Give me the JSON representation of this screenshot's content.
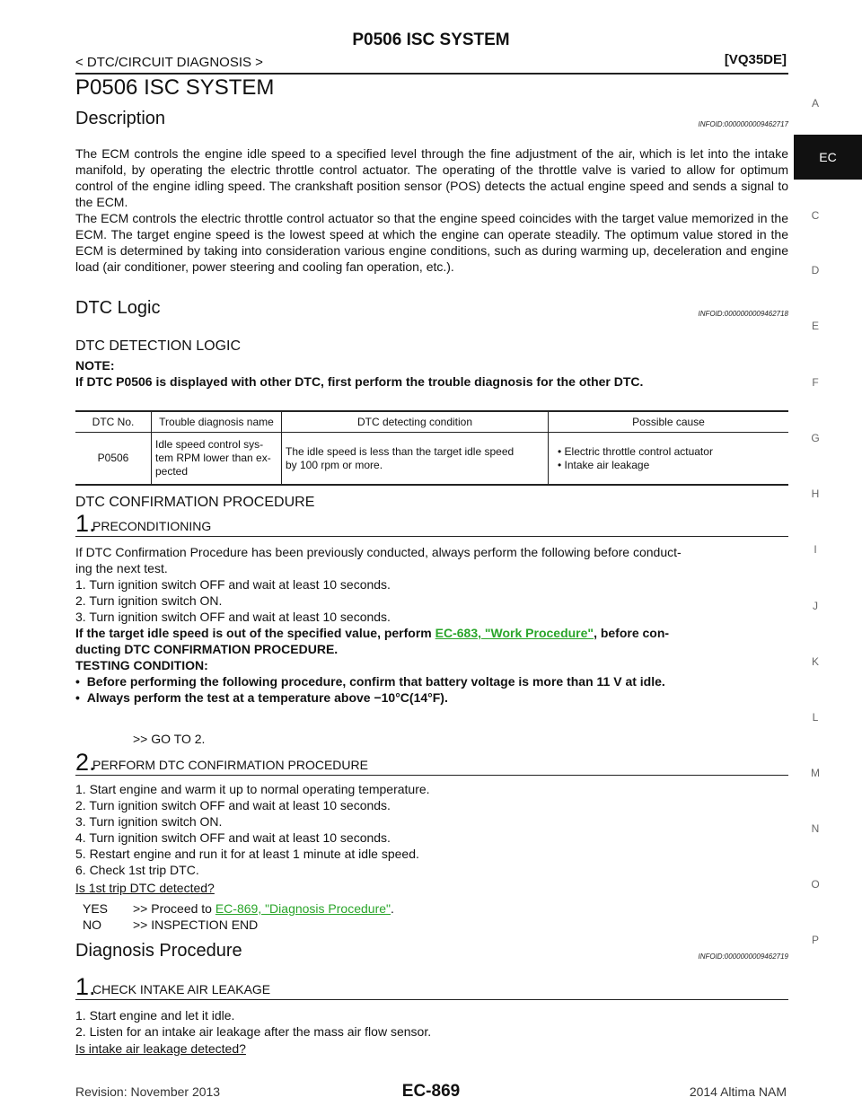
{
  "header": {
    "center_title": "P0506 ISC SYSTEM",
    "breadcrumb": "< DTC/CIRCUIT DIAGNOSIS >",
    "engine": "[VQ35DE]"
  },
  "title": "P0506 ISC SYSTEM",
  "description": {
    "heading": "Description",
    "infoid": "INFOID:0000000009462717",
    "para1": "The ECM controls the engine idle speed to a specified level through the fine adjustment of the air, which is let into the intake manifold, by operating the electric throttle control actuator. The operating of the throttle valve is varied to allow for optimum control of the engine idling speed. The crankshaft position sensor (POS) detects the actual engine speed and sends a signal to the ECM.",
    "para2": "The ECM controls the electric throttle control actuator so that the engine speed coincides with the target value memorized in the ECM. The target engine speed is the lowest speed at which the engine can operate steadily. The optimum value stored in the ECM is determined by taking into consideration various engine conditions, such as during warming up, deceleration and engine load (air conditioner, power steering and cooling fan operation, etc.)."
  },
  "dtc_logic": {
    "heading": "DTC Logic",
    "infoid": "INFOID:0000000009462718",
    "subheading": "DTC DETECTION LOGIC",
    "note_label": "NOTE:",
    "note_text": "If DTC P0506 is displayed with other DTC, first perform the trouble diagnosis for the other DTC.",
    "table": {
      "headers": [
        "DTC No.",
        "Trouble diagnosis name",
        "DTC detecting condition",
        "Possible cause"
      ],
      "row": {
        "dtc_no": "P0506",
        "name_lines": [
          "Idle speed control sys-",
          "tem RPM lower than ex-",
          "pected"
        ],
        "condition_lines": [
          "The idle speed is less than the target idle speed",
          "by 100 rpm or more."
        ],
        "causes": [
          "• Electric throttle control actuator",
          "• Intake air leakage"
        ]
      }
    }
  },
  "confirmation": {
    "heading": "DTC CONFIRMATION PROCEDURE",
    "step1": {
      "num": "1.",
      "title": "PRECONDITIONING",
      "lines": [
        "If DTC Confirmation Procedure has been previously conducted, always perform the following before conduct-",
        "ing the next test.",
        "1.   Turn ignition switch OFF and wait at least 10 seconds.",
        "2.   Turn ignition switch ON.",
        "3.   Turn ignition switch OFF and wait at least 10 seconds."
      ],
      "bold_a": "If the target idle speed is out of the specified value, perform ",
      "link": "EC-683, \"Work Procedure\"",
      "bold_b": ", before con-",
      "bold_c": "ducting DTC CONFIRMATION PROCEDURE.",
      "testing": "TESTING CONDITION:",
      "bullet1": "Before performing the following procedure, confirm that battery voltage is more than 11 V at idle.",
      "bullet2": "Always perform the test at a temperature above −10°C(14°F).",
      "goto": ">> GO TO 2."
    },
    "step2": {
      "num": "2.",
      "title": "PERFORM DTC CONFIRMATION PROCEDURE",
      "lines": [
        "1.   Start engine and warm it up to normal operating temperature.",
        "2.   Turn ignition switch OFF and wait at least 10 seconds.",
        "3.   Turn ignition switch ON.",
        "4.   Turn ignition switch OFF and wait at least 10 seconds.",
        "5.   Restart engine and run it for at least 1 minute at idle speed.",
        "6.   Check 1st trip DTC."
      ],
      "question": "Is 1st trip DTC detected?",
      "yes_label": "YES",
      "yes_text": ">> Proceed to ",
      "yes_link": "EC-869, \"Diagnosis Procedure\"",
      "yes_end": ".",
      "no_label": "NO",
      "no_text": ">> INSPECTION END"
    }
  },
  "diagnosis": {
    "heading": "Diagnosis Procedure",
    "infoid": "INFOID:0000000009462719",
    "step1": {
      "num": "1.",
      "title": "CHECK INTAKE AIR LEAKAGE",
      "lines": [
        "1.   Start engine and let it idle.",
        "2.   Listen for an intake air leakage after the mass air flow sensor."
      ],
      "question": "Is intake air leakage detected?"
    }
  },
  "side_index": {
    "active": "EC",
    "letters": [
      "A",
      "C",
      "D",
      "E",
      "F",
      "G",
      "H",
      "I",
      "J",
      "K",
      "L",
      "M",
      "N",
      "O",
      "P"
    ]
  },
  "footer": {
    "revision": "Revision: November 2013",
    "page": "EC-869",
    "model": "2014 Altima NAM"
  }
}
